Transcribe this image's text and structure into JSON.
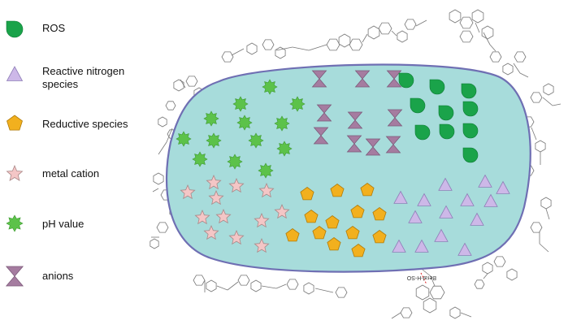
{
  "legend": [
    {
      "id": "ros",
      "label": "ROS",
      "icon": "teardrop-icon",
      "color": "#1aa34a"
    },
    {
      "id": "rns",
      "label": "Reactive nitrogen\nspecies",
      "icon": "triangle-icon",
      "color": "#cdb8e8"
    },
    {
      "id": "reductive",
      "label": "Reductive species",
      "icon": "pentagon-icon",
      "color": "#f2b01e"
    },
    {
      "id": "metal",
      "label": "metal cation",
      "icon": "star-icon",
      "color": "#f4c6c6"
    },
    {
      "id": "ph",
      "label": "pH value",
      "icon": "burst-star-icon",
      "color": "#5cc24a"
    },
    {
      "id": "anions",
      "label": "anions",
      "icon": "hourglass-icon",
      "color": "#a57ca0"
    }
  ],
  "cell": {
    "fill": "#a7dcdb",
    "stroke": "#6f6fb3"
  },
  "probe_label": "Beral-H-SO"
}
